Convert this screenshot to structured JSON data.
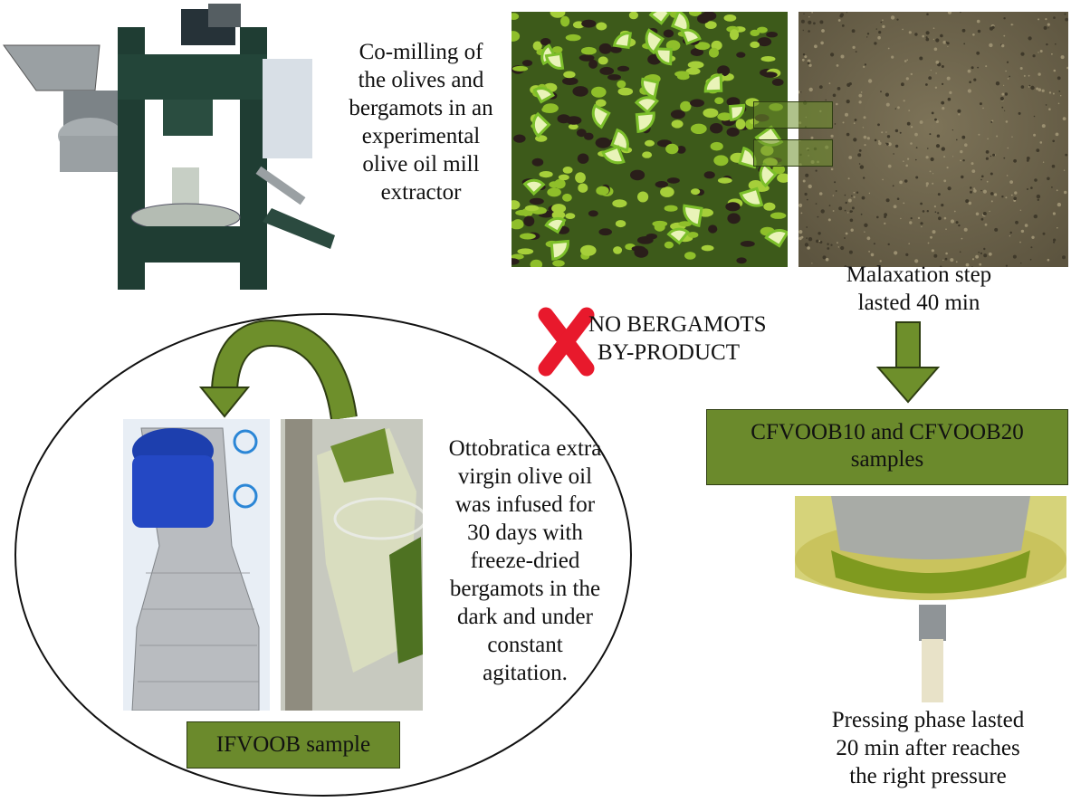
{
  "colors": {
    "box_green": "#6b8a2c",
    "arrow_green": "#6e8f2b",
    "cross_red": "#e8192c",
    "frame_black": "#111111"
  },
  "photos": {
    "mill_extractor": "olive-oil-mill-extractor-photo",
    "olives_bergamots": "olives-and-bergamot-slices-photo",
    "malaxed_paste": "malaxed-paste-photo",
    "infusion_bottle": "foil-wrapped-bottle-photo",
    "infusion_jar": "bergamot-in-jar-photo",
    "press": "pressing-basket-photo"
  },
  "texts": {
    "comilling_lines": [
      "Co-milling of",
      "the olives and",
      "bergamots in an",
      "experimental",
      "olive oil mill",
      "extractor"
    ],
    "malaxation_lines": [
      "Malaxation step",
      "lasted 40 min"
    ],
    "no_bergamots_lines": [
      "NO BERGAMOTS",
      "BY-PRODUCT"
    ],
    "cfvoob_lines": [
      "CFVOOB10 and CFVOOB20",
      "samples"
    ],
    "infusion_lines": [
      "Ottobratica extra",
      "virgin olive oil",
      "was infused for",
      "30 days with",
      "freeze-dried",
      "bergamots in the",
      "dark and under",
      "constant",
      "agitation."
    ],
    "ifvoob_label": "IFVOOB sample",
    "pressing_lines": [
      "Pressing phase lasted",
      "20 min after reaches",
      "the right pressure"
    ]
  }
}
